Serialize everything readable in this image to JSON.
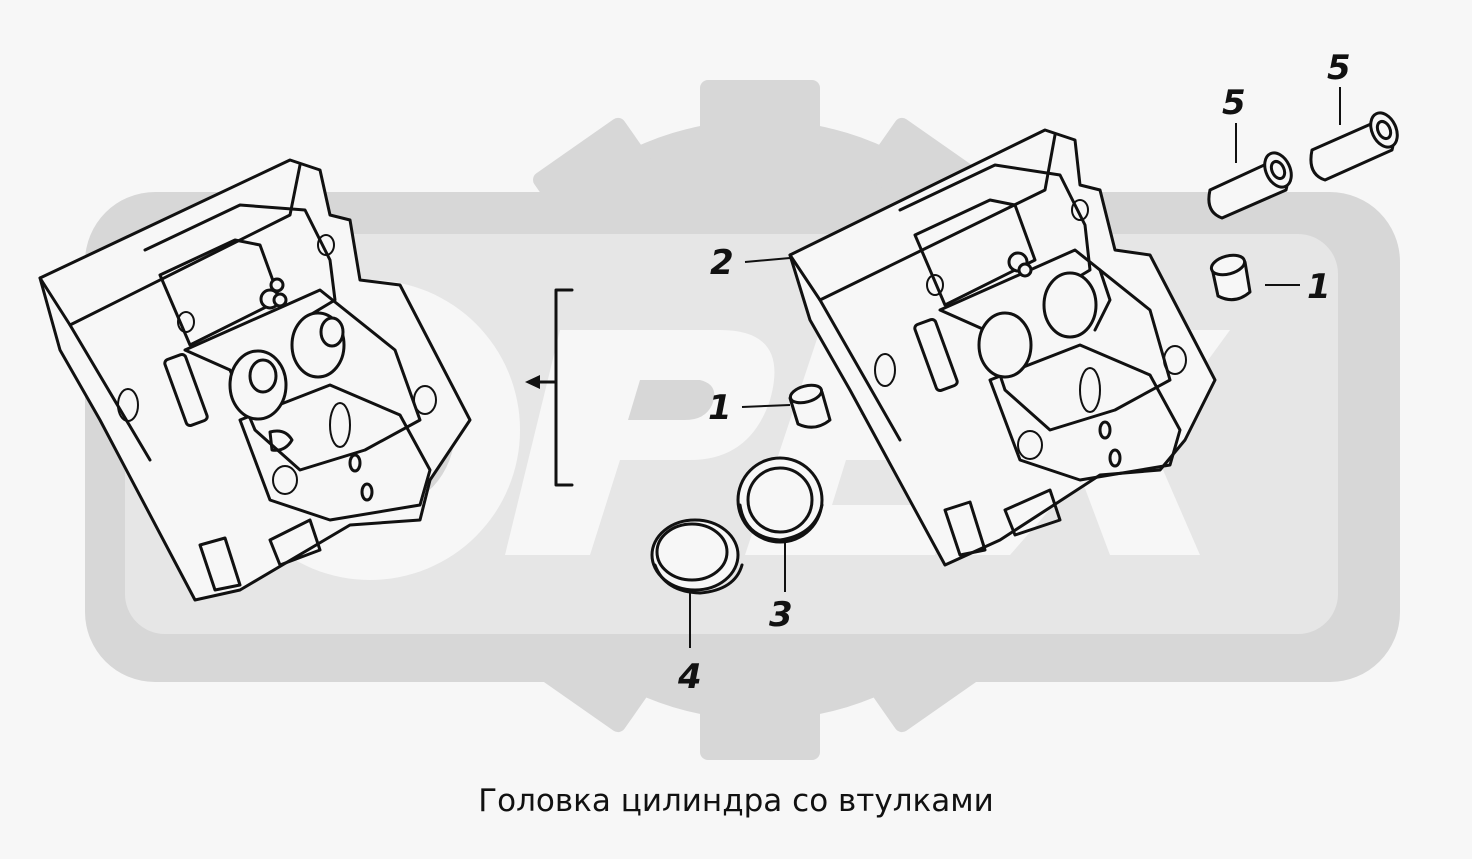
{
  "diagram": {
    "caption": "Головка цилиндра со втулками",
    "watermark_text": "OPEX",
    "callouts": {
      "c1_left": "1",
      "c1_right": "1",
      "c2": "2",
      "c3": "3",
      "c4": "4",
      "c5_left": "5",
      "c5_right": "5"
    },
    "colors": {
      "line": "#111111",
      "background": "#f7f7f7",
      "watermark": "#d7d7d7"
    }
  }
}
